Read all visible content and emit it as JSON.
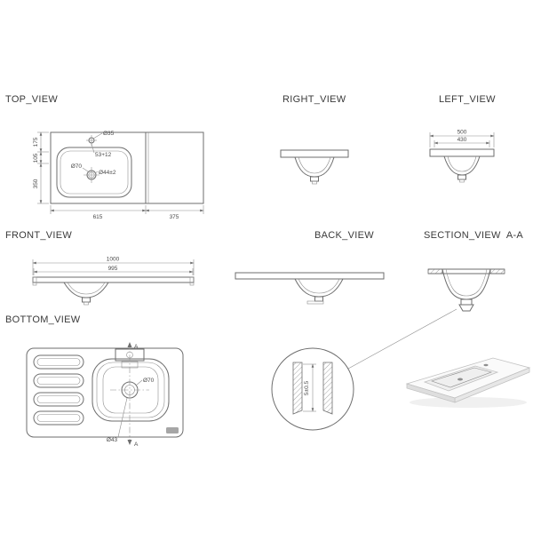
{
  "colors": {
    "line": "#6e6e6e",
    "dim_text": "#4a4a4a",
    "label_text": "#3a3a3a"
  },
  "labels": {
    "top": "TOP_VIEW",
    "right": "RIGHT_VIEW",
    "left": "LEFT_VIEW",
    "front": "FRONT_VIEW",
    "back": "BACK_VIEW",
    "section": "SECTION_VIEW  A-A",
    "bottom": "BOTTOM_VIEW"
  },
  "dimensions": {
    "top_view": {
      "faucet_hole": "Ø35",
      "faucet_offset": "53+12",
      "drain_outer": "Ø70",
      "drain_inner": "Ø44±2",
      "width_basin": "615",
      "width_shelf": "375",
      "depth_back": "175",
      "depth_mid": "105",
      "depth_front": "350"
    },
    "left_view": {
      "width_total": "500",
      "width_inner": "430"
    },
    "front_view": {
      "width_total": "1000",
      "width_inner": "995"
    },
    "bottom_view": {
      "drain": "Ø70",
      "outlet": "Ø43",
      "section_mark_top": "A",
      "section_mark_bottom": "A"
    },
    "detail": {
      "height": "5±0.5"
    }
  }
}
